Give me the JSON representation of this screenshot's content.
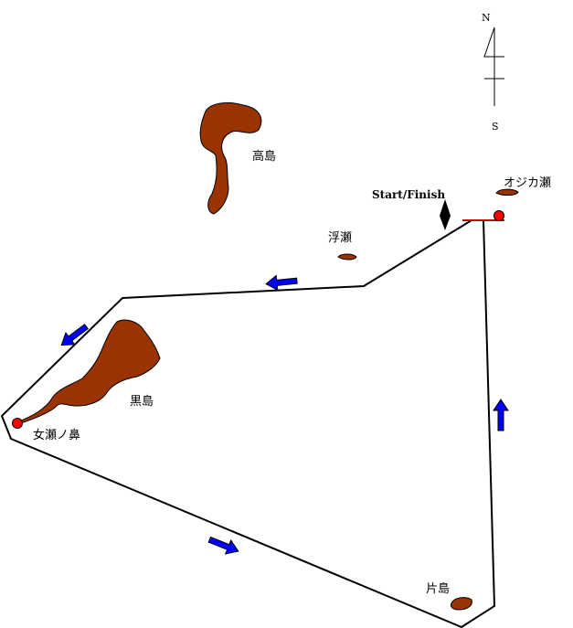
{
  "compass": {
    "north": "N",
    "south": "S"
  },
  "start_finish": {
    "label": "Start/Finish"
  },
  "islands": {
    "takashima": "高島",
    "kuroshima": "黒島",
    "katashima": "片島",
    "ukise": "浮瀬",
    "ojikase": "オジカ瀬"
  },
  "marks": {
    "mesenohana": "女瀬ノ鼻"
  },
  "colors": {
    "island": "#993300",
    "course": "#000000",
    "arrow": "#0000ff",
    "mark": "#ff0000",
    "start_line": "#cc0000"
  }
}
